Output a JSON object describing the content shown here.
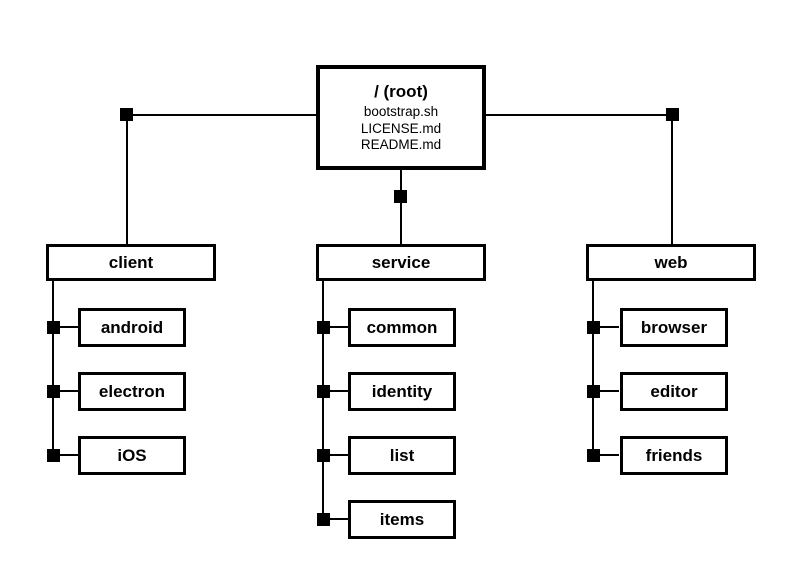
{
  "diagram": {
    "root": {
      "title": "/ (root)",
      "files": [
        "bootstrap.sh",
        "LICENSE.md",
        "README.md"
      ]
    },
    "branches": [
      {
        "label": "client",
        "children": [
          "android",
          "electron",
          "iOS"
        ]
      },
      {
        "label": "service",
        "children": [
          "common",
          "identity",
          "list",
          "items"
        ]
      },
      {
        "label": "web",
        "children": [
          "browser",
          "editor",
          "friends"
        ]
      }
    ],
    "colors": {
      "line": "#000000",
      "node_border": "#000000",
      "node_fill": "#ffffff",
      "text": "#000000",
      "background": "#ffffff"
    }
  }
}
